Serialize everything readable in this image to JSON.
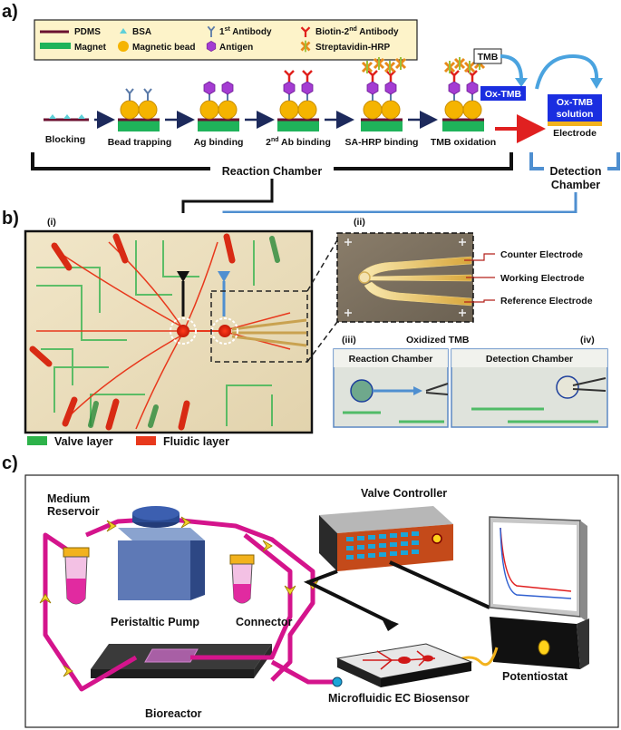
{
  "panels": {
    "a": "a)",
    "b": "b)",
    "c": "c)"
  },
  "panel_a": {
    "legend": {
      "pdms": "PDMS",
      "bsa": "BSA",
      "first_antibody_prefix": "1",
      "first_antibody_sup": "st",
      "first_antibody_suffix": " Antibody",
      "biotin_prefix": "Biotin-2",
      "biotin_sup": "nd",
      "biotin_suffix": " Antibody",
      "magnet": "Magnet",
      "magnetic_bead": "Magnetic bead",
      "antigen": "Antigen",
      "streptavidin": "Streptavidin-HRP"
    },
    "steps": {
      "blocking": "Blocking",
      "bead_trapping": "Bead trapping",
      "ag_binding": "Ag binding",
      "ab_binding_prefix": "2",
      "ab_binding_sup": "nd",
      "ab_binding_suffix": " Ab binding",
      "sa_hrp": "SA-HRP binding",
      "tmb_oxidation": "TMB oxidation"
    },
    "tmb": "TMB",
    "ox_tmb": "Ox-TMB",
    "ox_tmb_solution_line1": "Ox-TMB",
    "ox_tmb_solution_line2": "solution",
    "electrode": "Electrode",
    "reaction_chamber": "Reaction Chamber",
    "detection_chamber_line1": "Detection",
    "detection_chamber_line2": "Chamber"
  },
  "panel_b": {
    "label_i": "(i)",
    "label_ii": "(ii)",
    "label_iii": "(iii)",
    "label_iv": "(iv)",
    "counter_electrode": "Counter Electrode",
    "working_electrode": "Working Electrode",
    "reference_electrode": "Reference Electrode",
    "oxidized_tmb": "Oxidized TMB",
    "reaction_chamber": "Reaction Chamber",
    "detection_chamber": "Detection Chamber",
    "valve_layer": "Valve layer",
    "fluidic_layer": "Fluidic layer"
  },
  "panel_c": {
    "medium_reservoir_line1": "Medium",
    "medium_reservoir_line2": "Reservoir",
    "valve_controller": "Valve Controller",
    "peristaltic_pump": "Peristaltic Pump",
    "connector": "Connector",
    "potentiostat": "Potentiostat",
    "biosensor": "Microfluidic EC Biosensor",
    "bioreactor": "Bioreactor"
  },
  "colors": {
    "magenta_tubing": "#d4148c",
    "magnet_green": "#1fb35a",
    "bead_yellow": "#f5b400",
    "antigen_purple": "#a43cd2",
    "detection_blue": "#4f8fd0",
    "ox_tmb_blue": "#1a2ee0",
    "fluidic_red": "#e8381c",
    "valve_green": "#2db24a"
  }
}
